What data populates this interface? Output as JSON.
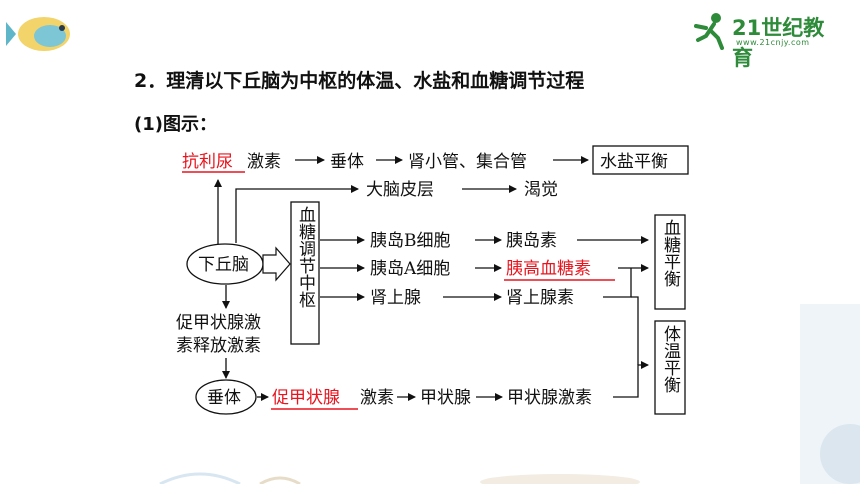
{
  "heading": "2．理清以下丘脑为中枢的体温、水盐和血糖调节过程",
  "sublabel": "(1)图示：",
  "logo": {
    "brand": "21世纪教育",
    "url": "www.21cnjy.com"
  },
  "diagram": {
    "hypothalamus": "下丘脑",
    "adh": "抗利尿",
    "hormone_suffix": "激素",
    "pituitary": "垂体",
    "kidney_tubules": "肾小管、集合管",
    "water_salt_balance": "水盐平衡",
    "cerebral_cortex": "大脑皮层",
    "thirst": "渴觉",
    "glucose_center": "血糖调节中枢",
    "islet_b": "胰岛B细胞",
    "insulin": "胰岛素",
    "islet_a": "胰岛A细胞",
    "glucagon": "胰高血糖素",
    "adrenal_medulla": "肾上腺",
    "adrenaline": "肾上腺素",
    "glucose_balance": "血糖平衡",
    "trh": "促甲状腺激素释放激素",
    "trh_line1": "促甲状腺激",
    "trh_line2": "素释放激素",
    "pituitary2": "垂体",
    "tsh": "促甲状腺",
    "thyroid": "甲状腺",
    "thyroxine": "甲状腺激素",
    "temperature_balance": "体温平衡"
  },
  "colors": {
    "highlight": "#e8141e",
    "line": "#111111",
    "brand": "#2e8b3a"
  }
}
